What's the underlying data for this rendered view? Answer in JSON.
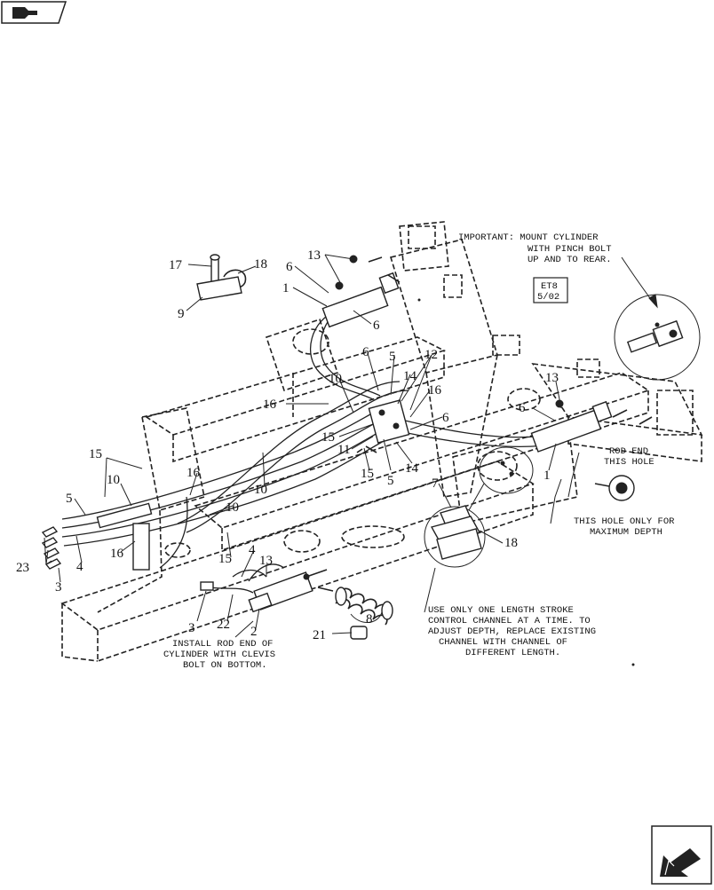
{
  "header": {
    "nav_icon": "book-arrow-icon"
  },
  "footer": {
    "nav_icon": "next-page-arrow-icon"
  },
  "stamp": {
    "line1": "ET8",
    "line2": "5/02"
  },
  "notes": {
    "mount_cylinder": [
      "IMPORTANT: MOUNT CYLINDER",
      "WITH PINCH BOLT",
      "UP AND TO REAR."
    ],
    "rod_end": [
      "ROD END",
      "THIS HOLE"
    ],
    "this_hole": [
      "THIS HOLE ONLY FOR",
      "MAXIMUM DEPTH"
    ],
    "install_rod": [
      "INSTALL ROD END OF",
      "CYLINDER WITH CLEVIS",
      "BOLT ON BOTTOM."
    ],
    "use_only": [
      "USE ONLY ONE LENGTH STROKE",
      "CONTROL CHANNEL AT A TIME. TO",
      "ADJUST DEPTH, REPLACE EXISTING",
      "CHANNEL WITH CHANNEL OF",
      "DIFFERENT LENGTH."
    ]
  },
  "callouts": {
    "c17": "17",
    "c18": "18",
    "c9": "9",
    "c13a": "13",
    "c6a": "6",
    "c1a": "1",
    "c6b": "6",
    "c6c": "6",
    "c5a": "5",
    "c12": "12",
    "c14a": "14",
    "c16a": "16",
    "c10a": "10",
    "c16b": "16",
    "c15a": "15",
    "c6d": "6",
    "c11": "11",
    "c15b": "15",
    "c5b": "5",
    "c14b": "14",
    "c13b": "13",
    "c6e": "6",
    "c1b": "1",
    "c15c": "15",
    "c10b": "10",
    "c16c": "16",
    "c10c": "10",
    "c10d": "10",
    "c5c": "5",
    "c23": "23",
    "c4a": "4",
    "c3a": "3",
    "c16d": "16",
    "c15d": "15",
    "c4b": "4",
    "c13c": "13",
    "c3b": "3",
    "c22": "22",
    "c2": "2",
    "c8": "8",
    "c21": "21",
    "c7": "7",
    "c18b": "18"
  }
}
